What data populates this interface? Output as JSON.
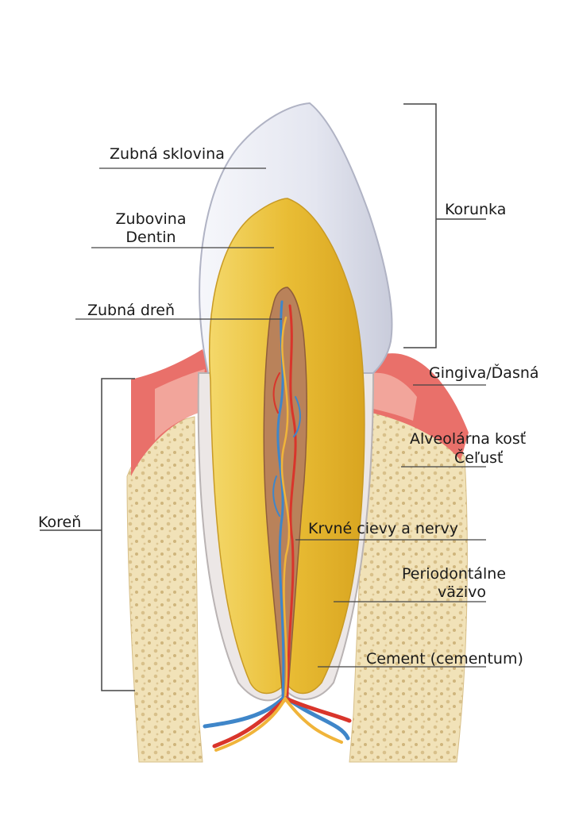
{
  "labels": {
    "enamel": "Zubná sklovina",
    "dentin_line1": "Zubovina",
    "dentin_line2": "Dentin",
    "pulp": "Zubná dreň",
    "crown": "Korunka",
    "gingiva": "Gingiva/Ďasná",
    "bone_line1": "Alveolárna kosť",
    "bone_line2": "Čeľusť",
    "root": "Koreň",
    "vessels": "Krvné cievy a nervy",
    "periodontal_line1": "Periodontálne",
    "periodontal_line2": "väzivo",
    "cement": "Cement (cementum)"
  },
  "colors": {
    "enamel": "#eceef6",
    "dentin": "#e9bd35",
    "pulp": "#b9825a",
    "gingiva": "#e9706a",
    "bone": "#eddcb0",
    "artery": "#d9352b",
    "vein": "#3f86c9",
    "nerve": "#f0b43a"
  }
}
